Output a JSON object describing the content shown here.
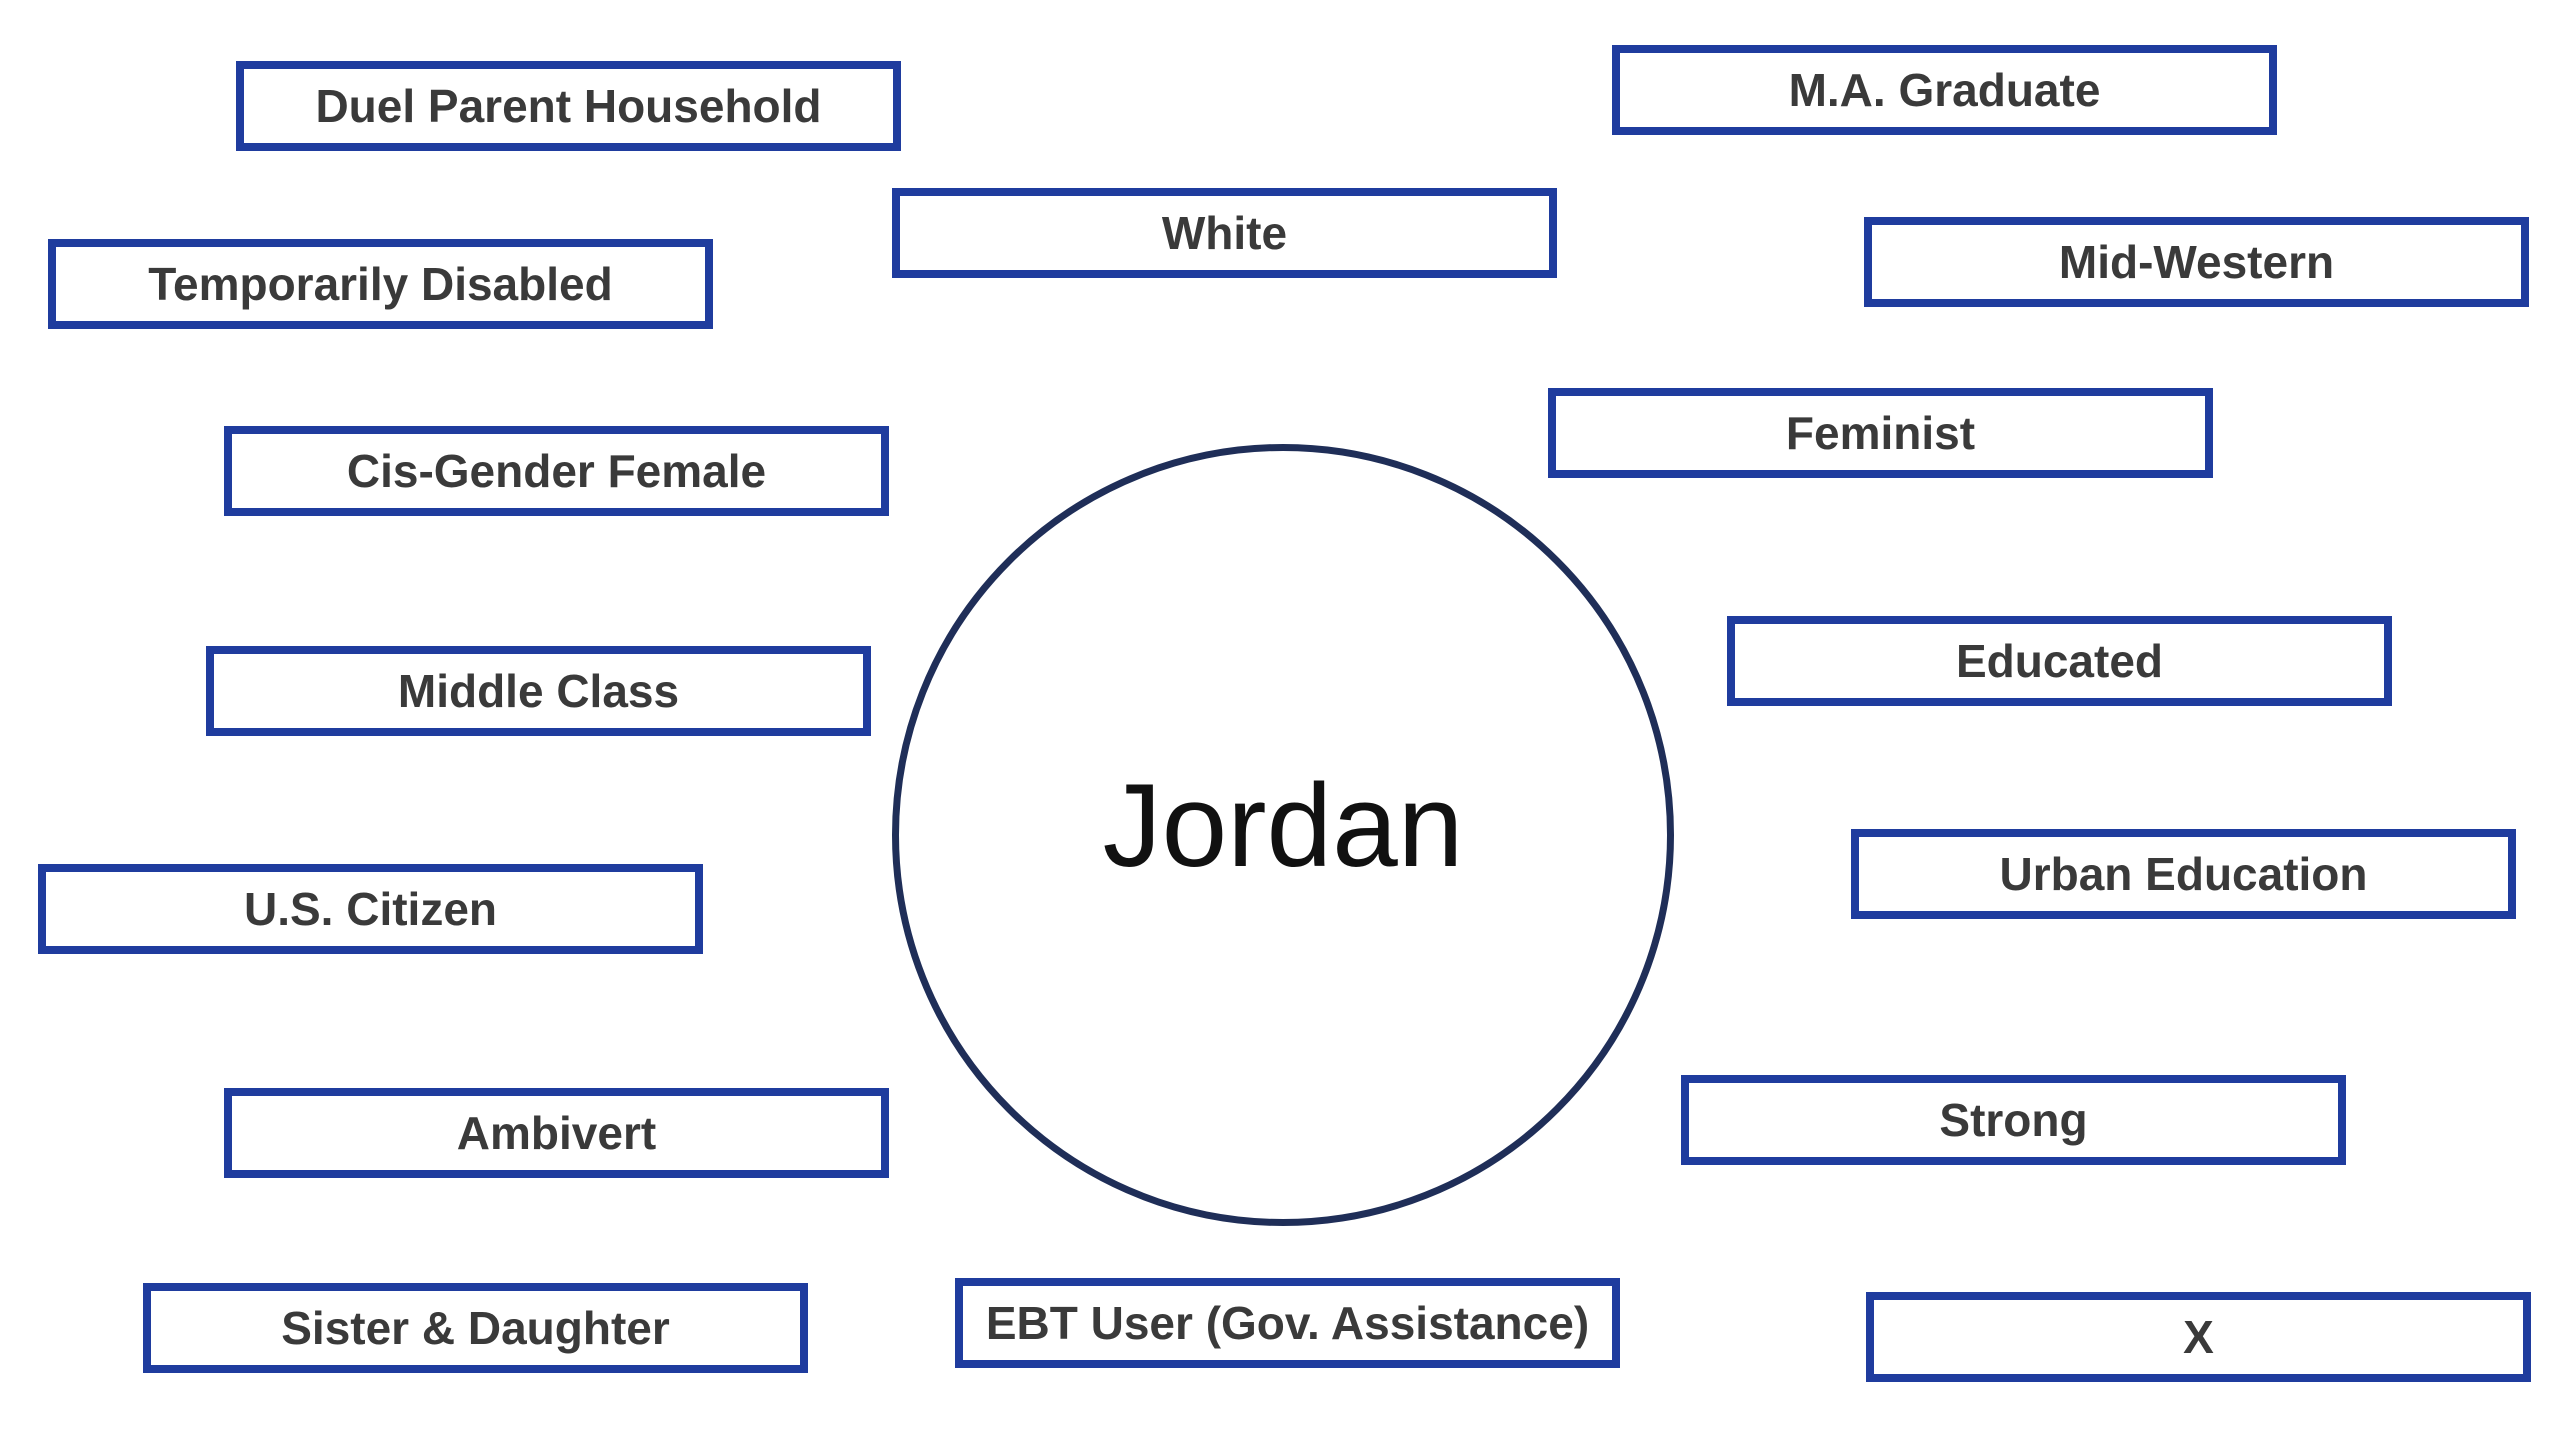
{
  "center": {
    "name": "Jordan"
  },
  "labels": {
    "duel_parent": "Duel Parent Household",
    "temp_disabled": "Temporarily Disabled",
    "cis_gender": "Cis-Gender Female",
    "middle_class": "Middle Class",
    "us_citizen": "U.S. Citizen",
    "ambivert": "Ambivert",
    "sister_daughter": "Sister & Daughter",
    "white": "White",
    "ebt_user": "EBT User (Gov. Assistance)",
    "ma_graduate": "M.A. Graduate",
    "mid_western": "Mid-Western",
    "feminist": "Feminist",
    "educated": "Educated",
    "urban_education": "Urban Education",
    "strong": "Strong",
    "x": "X"
  },
  "colors": {
    "box_border": "#1f3c9e",
    "circle_border": "#1f2e58",
    "label_text": "#3a3a3a",
    "center_text": "#111111",
    "background": "#ffffff"
  }
}
